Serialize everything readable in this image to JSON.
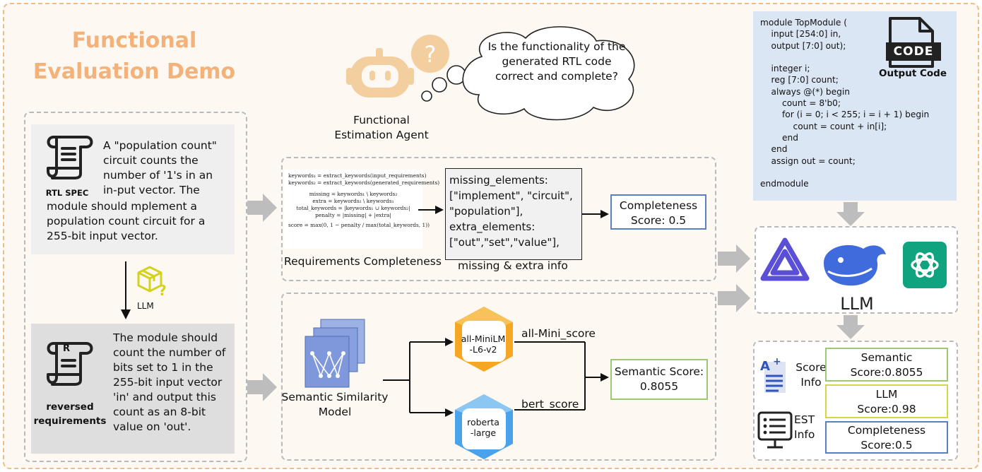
{
  "title": "Functional\nEvaluation Demo",
  "agent": {
    "label": "Functional\nEstimation Agent",
    "question": "Is the functionality of the generated RTL code correct and complete?"
  },
  "spec": {
    "icon_label": "RTL SPEC",
    "text_top": "A \"population count\"\ncircuit counts the\nnumber of '1's in an\nin-put vector. The",
    "text_bottom": "module should mplement a\npopulation count circuit for a\n255-bit input vector."
  },
  "llm_small": {
    "label": "LLM"
  },
  "reversed": {
    "icon_label": "reversed\nrequirements",
    "icon_letter": "R",
    "text": "The module should\ncount the number of\nbits set to 1 in the\n255-bit input vector\n'in' and output this\ncount as an 8-bit\nvalue on 'out'."
  },
  "completeness": {
    "formula": [
      "keywords₁ = extract_keywords(input_requirements)",
      "keywords₂ = extract_keywords(generated_requirements)",
      "",
      "missing = keywords₁ \\ keywords₂",
      "extra = keywords₂ \\ keywords₁",
      "total_keywords = |keywords₁ ∪ keywords₂|",
      "penalty = |missing| + |extra|",
      "score = max(0, 1 − penalty / max(total_keywords, 1))"
    ],
    "caption": "Requirements Completeness",
    "missing_extra": "missing_elements:\n[\"implement\", \"circuit\",\n\"population\"],\nextra_elements:\n[\"out\",\"set\",\"value\"],",
    "info_caption": "missing & extra info",
    "score": "Completeness\nScore: 0.5"
  },
  "semantic": {
    "model_caption": "Semantic Similarity\nModel",
    "model1": "all-MiniLM\n-L6-v2",
    "model2": "roberta\n-large",
    "label1": "all-Mini_score",
    "label2": "bert_score",
    "score": "Semantic Score:\n0.8055"
  },
  "code": {
    "text": "module TopModule (\n    input [254:0] in,\n    output [7:0] out);\n\n    integer i;\n    reg [7:0] count;\n    always @(*) begin\n        count = 8'b0;\n        for (i = 0; i < 255; i = i + 1) begin\n            count = count + in[i];\n        end\n    end\n    assign out = count;\n\nendmodule",
    "icon_text": "CODE",
    "caption": "Output Code"
  },
  "llm_panel": {
    "label": "LLM"
  },
  "results": {
    "score_info": "Score\nInfo",
    "est_info": "EST\nInfo",
    "semantic": "Semantic\nScore:0.8055",
    "llm": "LLM\nScore:0.98",
    "completeness": "Completeness\nScore:0.5"
  },
  "colors": {
    "title": "#f2b27a",
    "outer_border": "#f2bb84",
    "agent": "#f3cf9f",
    "blue_box": "#5b7fc2",
    "green_box": "#9cc773",
    "yellow_box": "#d4d64a",
    "code_panel": "#dbe6f5",
    "llm_icon": "#d4d11f",
    "minilm_cube": "#f5a623",
    "roberta_cube": "#4aa3ea"
  }
}
